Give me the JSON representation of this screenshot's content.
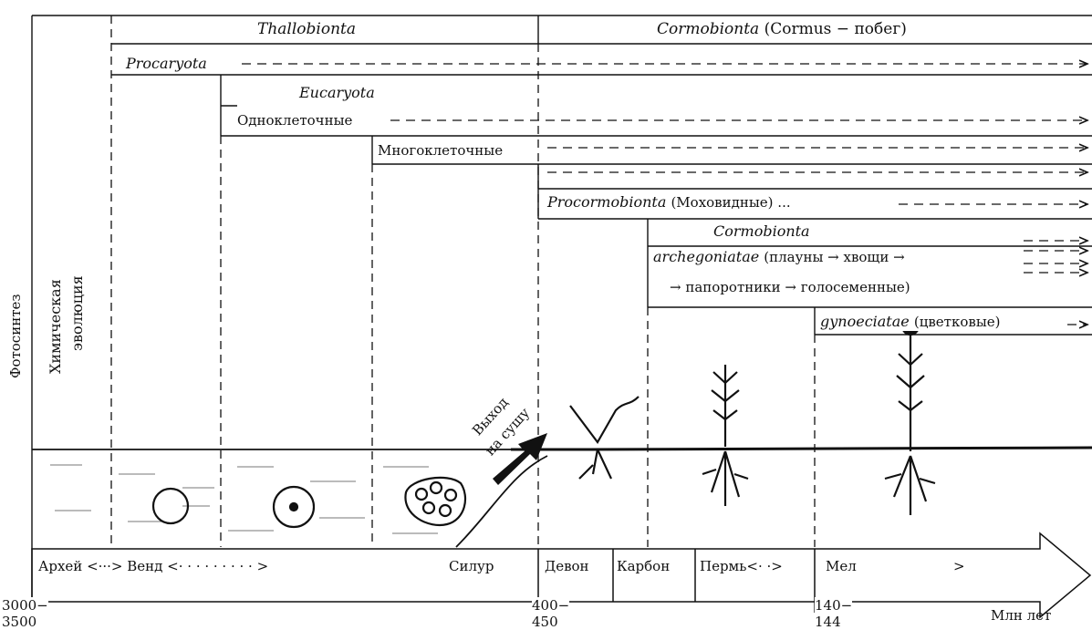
{
  "header": {
    "thallobionta": "Thallobionta",
    "cormobionta_top": "Cormobionta",
    "cormus_note": "(Cormus − побег)"
  },
  "taxa": {
    "procaryota": "Procaryota",
    "eucaryota": "Eucaryota",
    "unicellular": "Одноклеточные",
    "multicellular": "Многоклеточные",
    "procormobionta": "Procormobionta",
    "mosses": "(Моховидные) ...",
    "cormobionta": "Cormobionta",
    "archegoniatae": "archegoniatae",
    "archegoniatae_text": "(плауны → хвощи →",
    "archegoniatae_text2": "→ папоротники → голосеменные)",
    "gynoeciatae": "gynoeciatae",
    "gynoeciatae_text": "(цветковые)"
  },
  "side_labels": {
    "photosynthesis": "Фотосинтез",
    "chemical_1": "Химическая",
    "chemical_2": "эволюция"
  },
  "land_label": {
    "line1": "Выход",
    "line2": "на сушу"
  },
  "periods": [
    "Архей <···> Венд <· · · · · · · · · >",
    "Силур",
    "Девон",
    "Карбон",
    "Пермь<· ·>",
    "Мел",
    ">"
  ],
  "time_ticks": [
    {
      "top": "3000−",
      "bottom": "3500"
    },
    {
      "top": "400−",
      "bottom": "450"
    },
    {
      "top": "140−",
      "bottom": "144"
    }
  ],
  "axis_unit": "Млн лет",
  "colors": {
    "ink": "#111111",
    "paper": "#ffffff"
  }
}
